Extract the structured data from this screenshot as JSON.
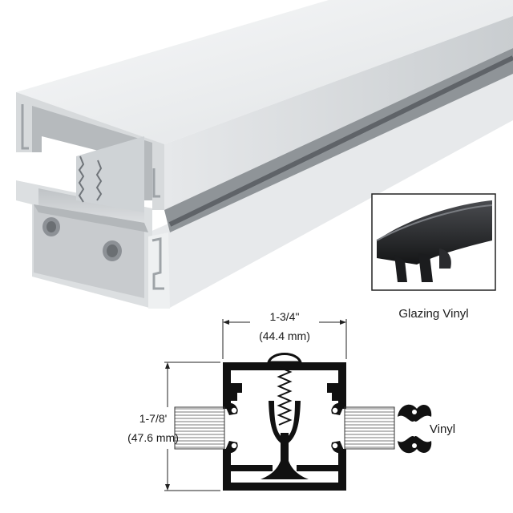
{
  "product_photo": {
    "icon": "aluminum-channel-profile"
  },
  "inset": {
    "caption": "Glazing Vinyl",
    "icon": "glazing-vinyl-strip"
  },
  "diagram": {
    "width_label_in": "1-3/4\"",
    "width_label_mm": "(44.4 mm)",
    "height_label_in": "1-7/8'",
    "height_label_mm": "(47.6 mm)",
    "vinyl_label": "Vinyl",
    "icon": "channel-cross-section"
  },
  "colors": {
    "aluminum_light": "#e9ecee",
    "aluminum_mid": "#c9cdd0",
    "aluminum_dark": "#9ea3a7",
    "groove": "#6d7176",
    "vinyl_black": "#1e1f21",
    "drawing_black": "#111111"
  }
}
